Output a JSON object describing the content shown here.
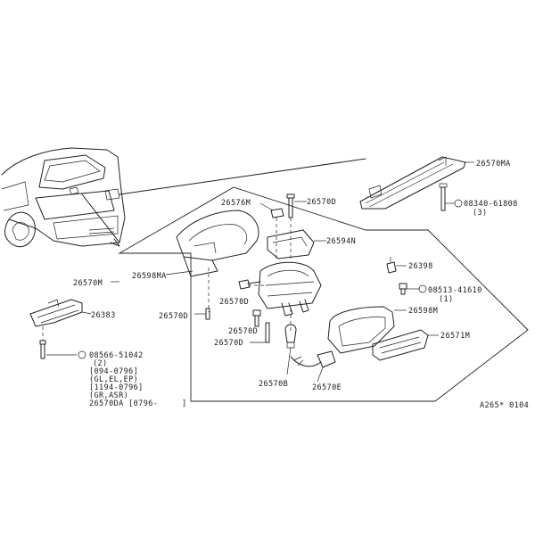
{
  "labels": {
    "p_26570MA": "26570MA",
    "p_08340": "08340-61808",
    "p_08340_qty": "(3)",
    "p_26576M": "26576M",
    "p_26570D_top": "26570D",
    "p_26594N": "26594N",
    "p_26598MA": "26598MA",
    "p_26570M": "26570M",
    "p_26398": "26398",
    "p_08513": "08513-41610",
    "p_08513_qty": "(1)",
    "p_26383": "26383",
    "p_26570D_a": "26570D",
    "p_26570D_b": "26570D",
    "p_26570D_c": "26570D",
    "p_26570D_d": "26570D",
    "p_26598M": "26598M",
    "p_26571M": "26571M",
    "p_08566": "08566-51042",
    "p_08566_qty": "(2)",
    "note_1": "[094-0796]",
    "note_2": "(GL,EL,EP)",
    "note_3": "[1194-0796]",
    "note_4": "(GR,ASR)",
    "note_5": "26570DA [0796-",
    "note_6": "]",
    "p_26570B": "26570B",
    "p_26570E": "26570E",
    "ref": "A265* 0104"
  }
}
